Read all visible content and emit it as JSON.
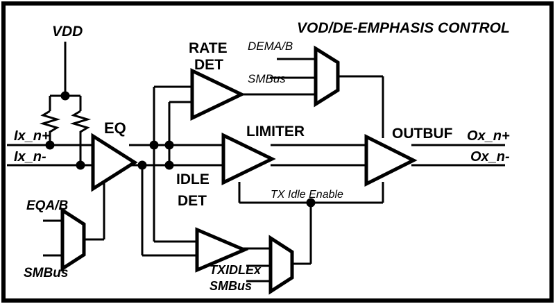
{
  "figure": {
    "title": "VOD/DE-EMPHASIS CONTROL",
    "background_color": "#ffffff",
    "line_color": "#000000"
  },
  "blocks": {
    "eq": {
      "label": "EQ",
      "type": "amplifier-triangle"
    },
    "rate_det": {
      "label_line1": "RATE",
      "label_line2": "DET",
      "type": "amplifier-triangle"
    },
    "idle_det": {
      "label_line1": "IDLE",
      "label_line2": "DET",
      "type": "amplifier-triangle"
    },
    "limiter": {
      "label": "LIMITER",
      "type": "amplifier-triangle"
    },
    "outbuf": {
      "label": "OUTBUF",
      "type": "amplifier-triangle"
    }
  },
  "muxes": {
    "eq_mux": {
      "inputs": [
        "EQA/B",
        "SMBus"
      ],
      "name": "eq-select-mux"
    },
    "vod_mux": {
      "inputs": [
        "DEMA/B",
        "SMBus"
      ],
      "name": "vod-select-mux"
    },
    "txidle_mux": {
      "inputs": [
        "TXIDLEx",
        "SMBus"
      ],
      "name": "txidle-select-mux"
    }
  },
  "nets": {
    "supply": "VDD",
    "input_positive": "Ix_n+",
    "input_negative": "Ix_n-",
    "output_positive": "Ox_n+",
    "output_negative": "Ox_n-",
    "tx_idle_enable": "TX Idle Enable"
  }
}
